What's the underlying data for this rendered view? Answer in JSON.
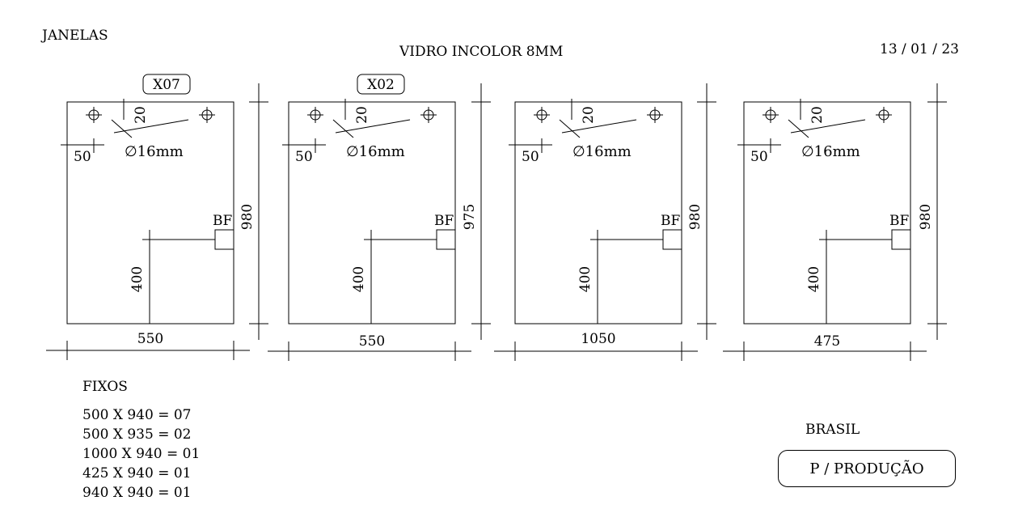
{
  "header": {
    "section": "JANELAS",
    "glass_spec": "VIDRO INCOLOR 8MM",
    "date": "13 / 01 / 23"
  },
  "panels": [
    {
      "tag": "X07",
      "width": "550",
      "height": "980",
      "hole_offset_x": "50",
      "hole_offset_y": "20",
      "hole_diameter": "∅16mm",
      "lock_label": "BF",
      "lock_height": "400"
    },
    {
      "tag": "X02",
      "width": "550",
      "height": "975",
      "hole_offset_x": "50",
      "hole_offset_y": "20",
      "hole_diameter": "∅16mm",
      "lock_label": "BF",
      "lock_height": "400"
    },
    {
      "tag": "",
      "width": "1050",
      "height": "980",
      "hole_offset_x": "50",
      "hole_offset_y": "20",
      "hole_diameter": "∅16mm",
      "lock_label": "BF",
      "lock_height": "400"
    },
    {
      "tag": "",
      "width": "475",
      "height": "980",
      "hole_offset_x": "50",
      "hole_offset_y": "20",
      "hole_diameter": "∅16mm",
      "lock_label": "BF",
      "lock_height": "400"
    }
  ],
  "fixed_panels": {
    "title": "FIXOS",
    "items": [
      "500 X 940 = 07",
      "500 X 935 = 02",
      "1000 X 940 = 01",
      "425 X 940 = 01",
      "940 X 940 = 01"
    ]
  },
  "footer": {
    "country": "BRASIL",
    "status": "P / PRODUÇÃO"
  }
}
